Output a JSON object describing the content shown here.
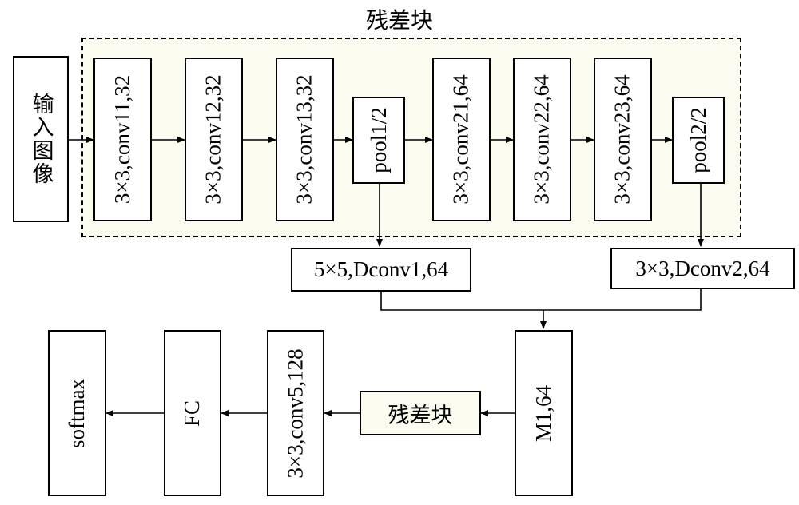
{
  "region": {
    "title": "残差块"
  },
  "input": {
    "label": "输入图像"
  },
  "blocks": {
    "conv11": "3×3,conv11,32",
    "conv12": "3×3,conv12,32",
    "conv13": "3×3,conv13,32",
    "pool1": "pool1/2",
    "conv21": "3×3,conv21,64",
    "conv22": "3×3,conv22,64",
    "conv23": "3×3,conv23,64",
    "pool2": "pool2/2",
    "dconv1": "5×5,Dconv1,64",
    "dconv2": "3×3,Dconv2,64",
    "m1": "M1,64",
    "residual": "残差块",
    "conv5": "3×3,conv5,128",
    "fc": "FC",
    "softmax": "softmax"
  }
}
